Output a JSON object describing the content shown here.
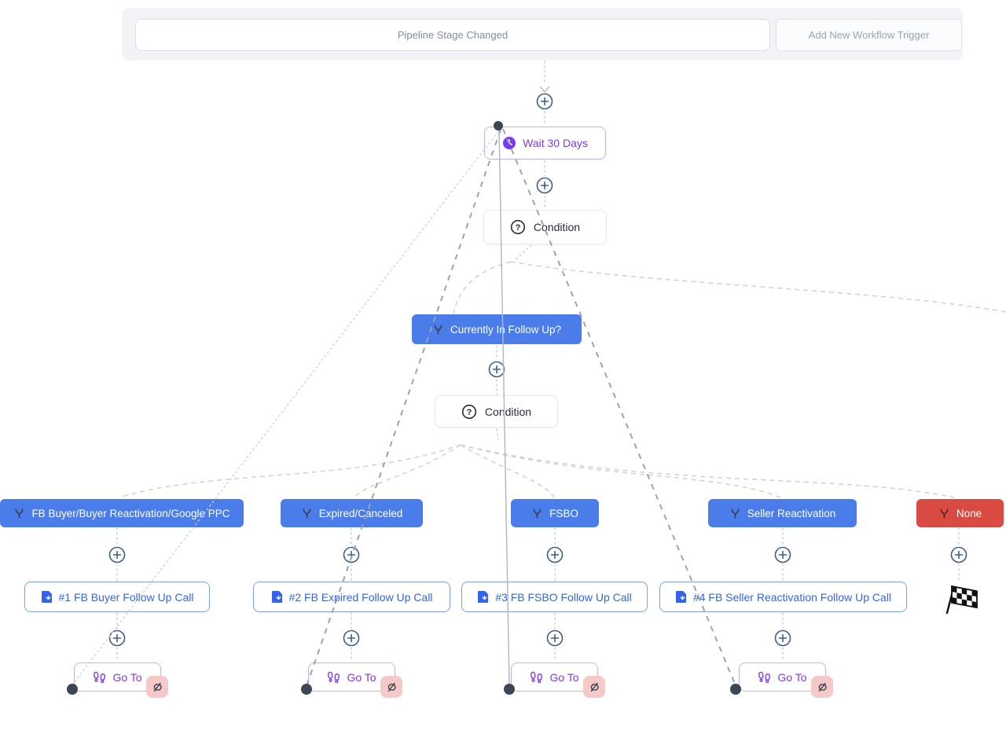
{
  "header": {
    "trigger_label": "Pipeline Stage Changed",
    "add_trigger_label": "Add New Workflow Trigger"
  },
  "workflow": {
    "wait_node": {
      "label": "Wait 30 Days",
      "icon": "clock-icon"
    },
    "condition_node_1": {
      "label": "Condition",
      "icon": "question-circle-icon"
    },
    "branch_question_node": {
      "label": "Currently In Follow Up?",
      "icon": "split-branch-icon"
    },
    "condition_node_2": {
      "label": "Condition",
      "icon": "question-circle-icon"
    },
    "branches": [
      {
        "label": "FB Buyer/Buyer Reactivation/Google PPC",
        "color": "#4a7cea"
      },
      {
        "label": "Expired/Canceled",
        "color": "#4a7cea"
      },
      {
        "label": "FSBO",
        "color": "#4a7cea"
      },
      {
        "label": "Seller Reactivation",
        "color": "#4a7cea"
      },
      {
        "label": "None",
        "color": "#d94a42"
      }
    ],
    "actions": [
      {
        "label": "#1 FB Buyer Follow Up Call",
        "icon": "task-note-icon"
      },
      {
        "label": "#2 FB Expired Follow Up Call",
        "icon": "task-note-icon"
      },
      {
        "label": "#3 FB FSBO Follow Up Call",
        "icon": "task-note-icon"
      },
      {
        "label": "#4 FB Seller Reactivation Follow Up Call",
        "icon": "task-note-icon"
      }
    ],
    "goto_nodes": [
      {
        "label": "Go To",
        "icon": "footprints-icon",
        "badge_icon": "unlink-icon"
      },
      {
        "label": "Go To",
        "icon": "footprints-icon",
        "badge_icon": "unlink-icon"
      },
      {
        "label": "Go To",
        "icon": "footprints-icon",
        "badge_icon": "unlink-icon"
      },
      {
        "label": "Go To",
        "icon": "footprints-icon",
        "badge_icon": "unlink-icon"
      }
    ],
    "end_marker_icon": "checkered-flag-icon",
    "plus_button_icon": "plus-circle-icon"
  },
  "colors": {
    "branch_blue": "#4a7cea",
    "branch_red": "#d94a42",
    "accent_purple": "#7c3aed",
    "action_blue": "#3563e9",
    "plus_ring": "#3f5e86",
    "connector_light": "#ccd1da",
    "connector_dark": "#9aa3b1",
    "badge_pink": "#f5c9c7"
  }
}
